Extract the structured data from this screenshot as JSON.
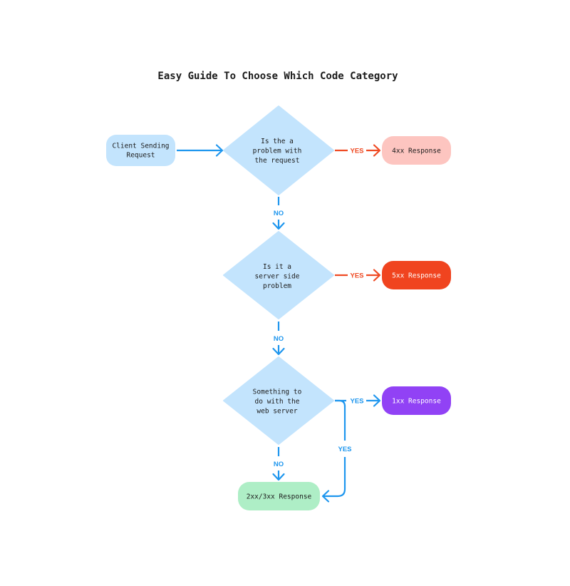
{
  "title": "Easy Guide To Choose Which Code Category",
  "colors": {
    "blue_node": "#c3e4fd",
    "blue_line": "#1e96ee",
    "red_line": "#ef4a23",
    "response_4xx": "#fdc5c0",
    "response_5xx": "#f0441f",
    "response_1xx": "#9142f5",
    "response_2xx": "#aeeec6"
  },
  "nodes": {
    "start": {
      "line1": "Client Sending",
      "line2": "Request"
    },
    "decision1": {
      "line1": "Is the a",
      "line2": "problem with",
      "line3": "the request"
    },
    "decision2": {
      "line1": "Is it a",
      "line2": "server side",
      "line3": "problem"
    },
    "decision3": {
      "line1": "Something to",
      "line2": "do with the",
      "line3": "web server"
    },
    "resp_4xx": {
      "label": "4xx Response"
    },
    "resp_5xx": {
      "label": "5xx Response"
    },
    "resp_1xx": {
      "label": "1xx Response"
    },
    "resp_2xx": {
      "label": "2xx/3xx Response"
    }
  },
  "edges": {
    "d1_yes": "YES",
    "d1_no": "NO",
    "d2_yes": "YES",
    "d2_no": "NO",
    "d3_yes": "YES",
    "d3_no": "NO",
    "d3_yes_down": "YES"
  }
}
